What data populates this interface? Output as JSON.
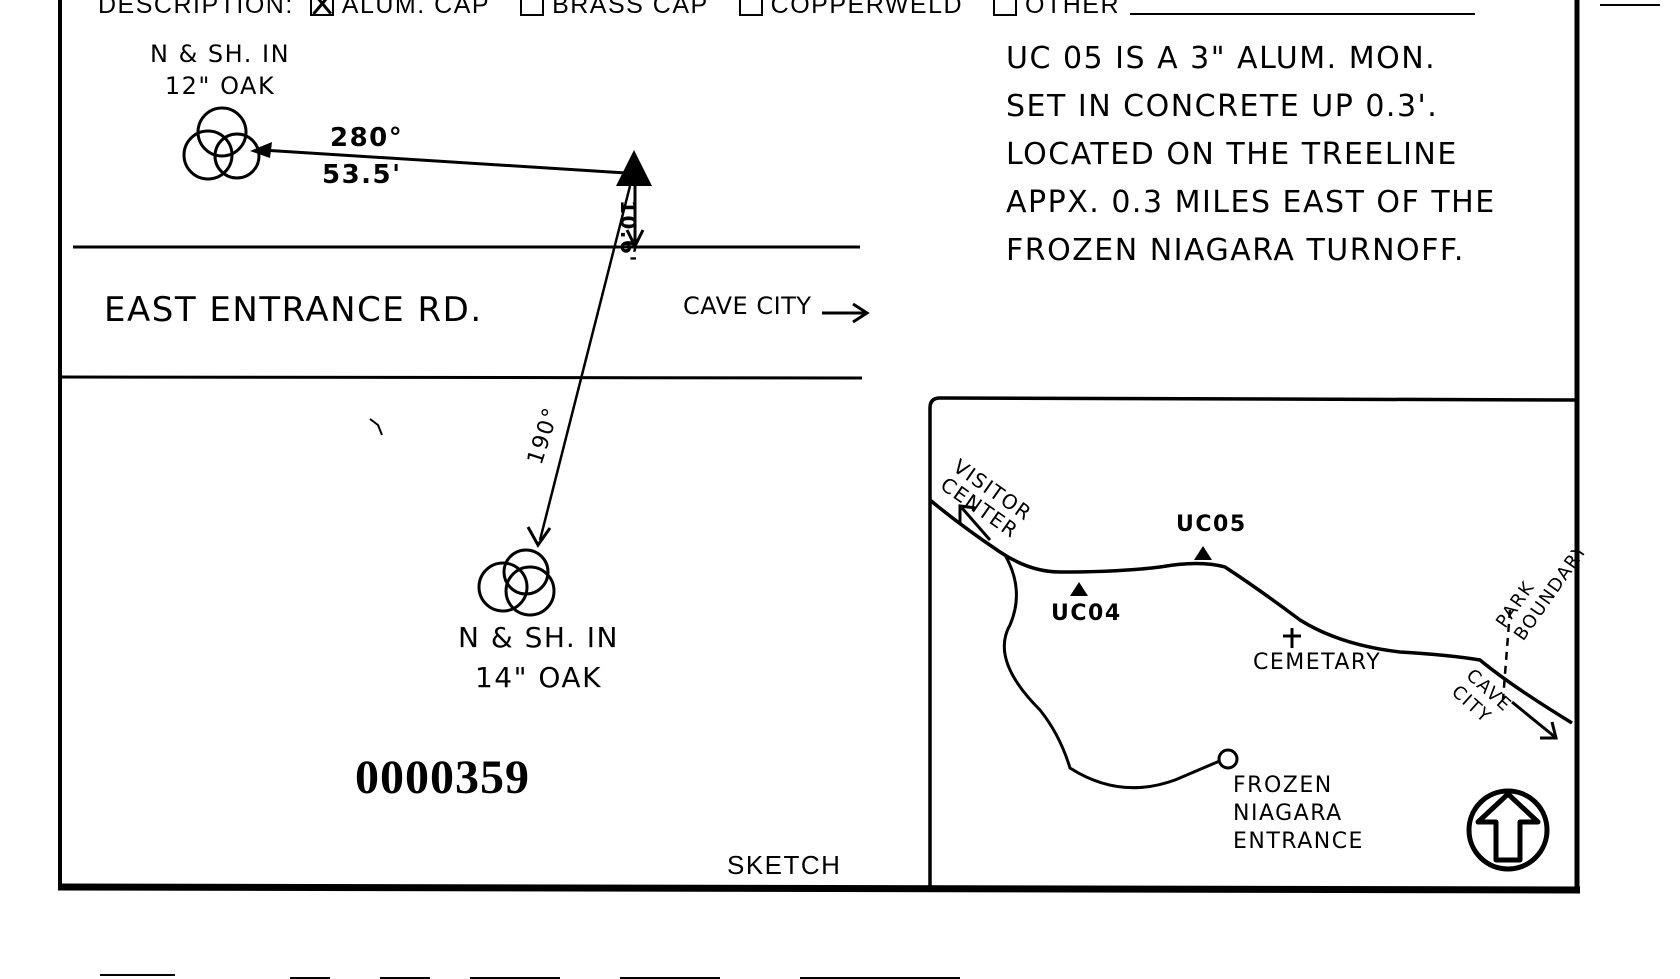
{
  "form": {
    "description_label": "DESCRIPTION:",
    "options": [
      {
        "label": "ALUM. CAP",
        "checked": true
      },
      {
        "label": "BRASS CAP",
        "checked": false
      },
      {
        "label": "COPPERWELD",
        "checked": false
      },
      {
        "label": "OTHER",
        "checked": false
      }
    ],
    "sketch_label": "SKETCH",
    "serial_number": "0000359"
  },
  "sketch": {
    "tree_top": {
      "line1": "N & SH. IN",
      "line2": "12\" OAK"
    },
    "tree_bottom": {
      "line1": "N & SH. IN",
      "line2": "14\" OAK"
    },
    "bearing_top": "280°",
    "distance_top": "53.5'",
    "offset_to_road": "10.6'",
    "bearing_bottom": "190°",
    "road_name": "EAST ENTRANCE RD.",
    "direction_label": "CAVE CITY"
  },
  "notes": [
    "UC 05 IS A 3\" ALUM. MON.",
    "SET IN CONCRETE UP 0.3'.",
    "LOCATED ON THE TREELINE",
    "APPX. 0.3 MILES EAST OF THE",
    "FROZEN NIAGARA TURNOFF."
  ],
  "inset_map": {
    "visitor_center": [
      "VISITOR",
      "CENTER"
    ],
    "uc05": "UC05",
    "uc04": "UC04",
    "cemetary": "CEMETARY",
    "park_boundary": [
      "PARK",
      "BOUNDARY"
    ],
    "cave_city": [
      "CAVE",
      "CITY"
    ],
    "frozen_niagara": [
      "FROZEN",
      "NIAGARA",
      "ENTRANCE"
    ],
    "north_arrow_icon": "north-arrow-icon"
  }
}
